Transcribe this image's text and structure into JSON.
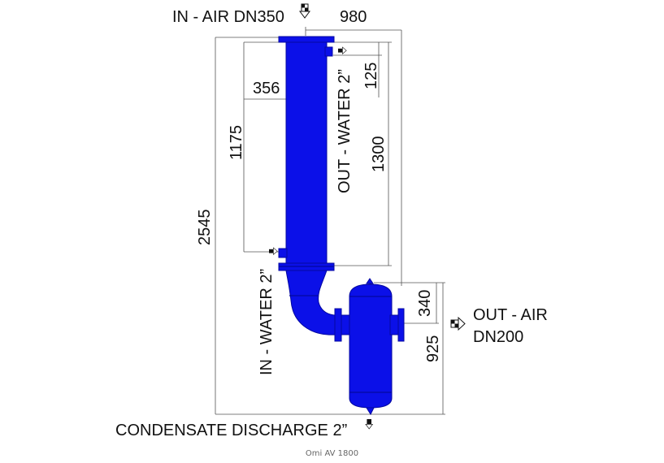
{
  "diagram": {
    "labels": {
      "in_air": "IN - AIR DN350",
      "out_water": "OUT - WATER 2”",
      "in_water": "IN - WATER 2”",
      "out_air_1": "OUT - AIR",
      "out_air_2": "DN200",
      "condensate": "CONDENSATE DISCHARGE 2”"
    },
    "dimensions": {
      "width_total": "980",
      "diameter": "356",
      "nozzle_offset": "125",
      "nozzle_spacing": "1175",
      "cooler_length": "1300",
      "height_total": "2545",
      "separator_outlet": "340",
      "separator_height": "925"
    },
    "colors": {
      "body": "#0b10e8"
    },
    "icons": [
      "flow-arrow-down-icon",
      "flow-arrow-right-icon"
    ]
  },
  "caption": "Omi AV 1800"
}
